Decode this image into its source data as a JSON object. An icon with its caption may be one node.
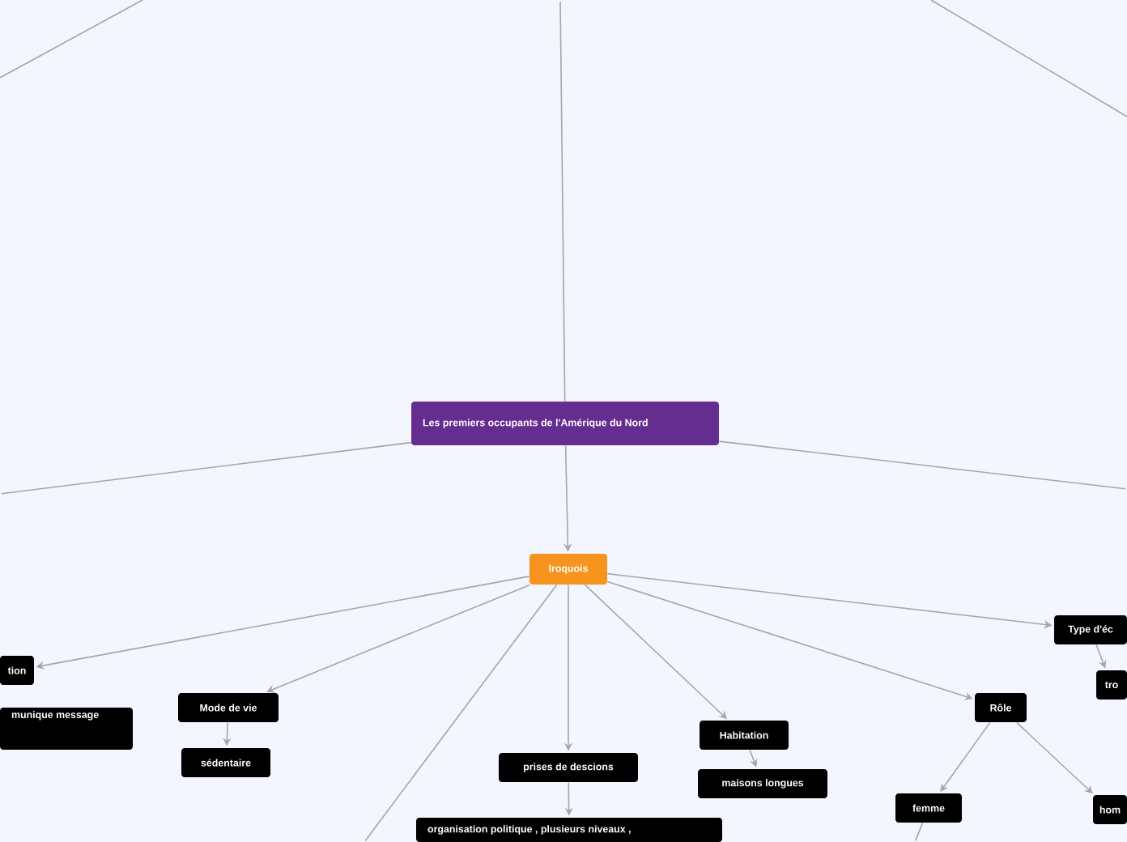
{
  "diagram": {
    "nodes": [
      {
        "text": [
          "Les premiers occupants de l'Amérique du Nord"
        ]
      },
      {
        "text": [
          "Iroquois"
        ]
      },
      {
        "text": [
          "tion"
        ]
      },
      {
        "text": [
          "munique message"
        ]
      },
      {
        "text": [
          "Mode de vie"
        ]
      },
      {
        "text": [
          "sédentaire"
        ]
      },
      {
        "text": [
          "prises de descions"
        ]
      },
      {
        "text": [
          "organisation politique , plusieurs niveaux ,"
        ]
      },
      {
        "text": [
          "Habitation"
        ]
      },
      {
        "text": [
          "maisons longues"
        ]
      },
      {
        "text": [
          "Rôle"
        ]
      },
      {
        "text": [
          "femme"
        ]
      },
      {
        "text": [
          "hom"
        ]
      },
      {
        "text": [
          "Type d'éc"
        ]
      },
      {
        "text": [
          "tro"
        ]
      }
    ],
    "edges": [
      {
        "from": 0,
        "to": 1,
        "arrow": "to"
      },
      {
        "from": 1,
        "to": 2,
        "arrow": "to"
      },
      {
        "from": 1,
        "to": 4,
        "arrow": "to"
      },
      {
        "from": 1,
        "to": 6,
        "arrow": "to"
      },
      {
        "from": 1,
        "to": 8,
        "arrow": "to"
      },
      {
        "from": 1,
        "to": 10,
        "arrow": "to"
      },
      {
        "from": 1,
        "to": 13,
        "arrow": "to"
      },
      {
        "from": 4,
        "to": 5,
        "arrow": "to"
      },
      {
        "from": 6,
        "to": 7,
        "arrow": "to"
      },
      {
        "from": 8,
        "to": 9,
        "arrow": "to"
      },
      {
        "from": 10,
        "to": 11,
        "arrow": "to"
      },
      {
        "from": 10,
        "to": 12,
        "arrow": "to"
      },
      {
        "from": 13,
        "to": 14,
        "arrow": "to"
      },
      {
        "from": 0,
        "to": null,
        "arrow": "none"
      },
      {
        "from": 0,
        "to": null,
        "arrow": "none"
      },
      {
        "from": 0,
        "to": null,
        "arrow": "none"
      },
      {
        "from": 1,
        "to": null,
        "arrow": "none"
      },
      {
        "from": 11,
        "to": null,
        "arrow": "none"
      }
    ]
  }
}
